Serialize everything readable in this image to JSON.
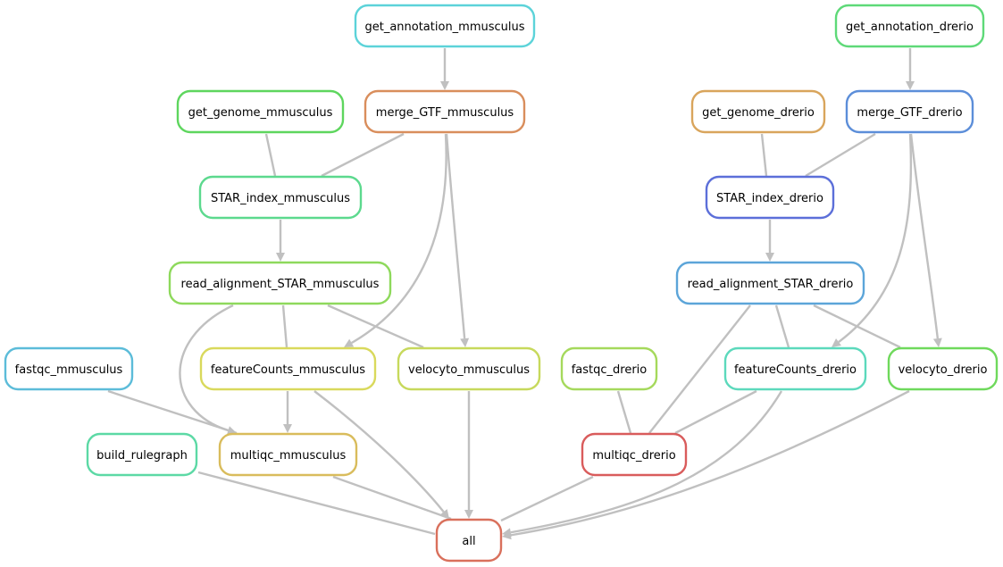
{
  "edge_color": "#c0c0c0",
  "nodes": [
    {
      "id": "get_annotation_mmusculus",
      "label": "get_annotation_mmusculus",
      "color": "#5cd3d9"
    },
    {
      "id": "get_annotation_drerio",
      "label": "get_annotation_drerio",
      "color": "#5ed978"
    },
    {
      "id": "get_genome_mmusculus",
      "label": "get_genome_mmusculus",
      "color": "#5ed65e"
    },
    {
      "id": "merge_GTF_mmusculus",
      "label": "merge_GTF_mmusculus",
      "color": "#d98e5c"
    },
    {
      "id": "get_genome_drerio",
      "label": "get_genome_drerio",
      "color": "#d9a55c"
    },
    {
      "id": "merge_GTF_drerio",
      "label": "merge_GTF_drerio",
      "color": "#5c8ed9"
    },
    {
      "id": "STAR_index_mmusculus",
      "label": "STAR_index_mmusculus",
      "color": "#5cd98e"
    },
    {
      "id": "STAR_index_drerio",
      "label": "STAR_index_drerio",
      "color": "#5c6fd9"
    },
    {
      "id": "read_alignment_STAR_mmusculus",
      "label": "read_alignment_STAR_mmusculus",
      "color": "#8ed95c"
    },
    {
      "id": "read_alignment_STAR_drerio",
      "label": "read_alignment_STAR_drerio",
      "color": "#5ca5d9"
    },
    {
      "id": "fastqc_mmusculus",
      "label": "fastqc_mmusculus",
      "color": "#5cbcd9"
    },
    {
      "id": "featureCounts_mmusculus",
      "label": "featureCounts_mmusculus",
      "color": "#d9d95c"
    },
    {
      "id": "velocyto_mmusculus",
      "label": "velocyto_mmusculus",
      "color": "#c7d95c"
    },
    {
      "id": "fastqc_drerio",
      "label": "fastqc_drerio",
      "color": "#a5d95c"
    },
    {
      "id": "featureCounts_drerio",
      "label": "featureCounts_drerio",
      "color": "#5cd9bc"
    },
    {
      "id": "velocyto_drerio",
      "label": "velocyto_drerio",
      "color": "#6fd95c"
    },
    {
      "id": "build_rulegraph",
      "label": "build_rulegraph",
      "color": "#5cd9a5"
    },
    {
      "id": "multiqc_mmusculus",
      "label": "multiqc_mmusculus",
      "color": "#d9bc5c"
    },
    {
      "id": "multiqc_drerio",
      "label": "multiqc_drerio",
      "color": "#d95c5c"
    },
    {
      "id": "all",
      "label": "all",
      "color": "#d9705c"
    }
  ],
  "edges": [
    {
      "from": "get_annotation_mmusculus",
      "to": "merge_GTF_mmusculus"
    },
    {
      "from": "get_annotation_drerio",
      "to": "merge_GTF_drerio"
    },
    {
      "from": "get_genome_mmusculus",
      "to": "STAR_index_mmusculus"
    },
    {
      "from": "merge_GTF_mmusculus",
      "to": "STAR_index_mmusculus"
    },
    {
      "from": "get_genome_drerio",
      "to": "STAR_index_drerio"
    },
    {
      "from": "merge_GTF_drerio",
      "to": "STAR_index_drerio"
    },
    {
      "from": "STAR_index_mmusculus",
      "to": "read_alignment_STAR_mmusculus"
    },
    {
      "from": "STAR_index_drerio",
      "to": "read_alignment_STAR_drerio"
    },
    {
      "from": "merge_GTF_mmusculus",
      "to": "featureCounts_mmusculus"
    },
    {
      "from": "read_alignment_STAR_mmusculus",
      "to": "featureCounts_mmusculus"
    },
    {
      "from": "merge_GTF_mmusculus",
      "to": "velocyto_mmusculus"
    },
    {
      "from": "read_alignment_STAR_mmusculus",
      "to": "velocyto_mmusculus"
    },
    {
      "from": "merge_GTF_drerio",
      "to": "featureCounts_drerio"
    },
    {
      "from": "read_alignment_STAR_drerio",
      "to": "featureCounts_drerio"
    },
    {
      "from": "merge_GTF_drerio",
      "to": "velocyto_drerio"
    },
    {
      "from": "read_alignment_STAR_drerio",
      "to": "velocyto_drerio"
    },
    {
      "from": "fastqc_mmusculus",
      "to": "multiqc_mmusculus"
    },
    {
      "from": "read_alignment_STAR_mmusculus",
      "to": "multiqc_mmusculus"
    },
    {
      "from": "featureCounts_mmusculus",
      "to": "multiqc_mmusculus"
    },
    {
      "from": "fastqc_drerio",
      "to": "multiqc_drerio"
    },
    {
      "from": "read_alignment_STAR_drerio",
      "to": "multiqc_drerio"
    },
    {
      "from": "featureCounts_drerio",
      "to": "multiqc_drerio"
    },
    {
      "from": "build_rulegraph",
      "to": "all"
    },
    {
      "from": "multiqc_mmusculus",
      "to": "all"
    },
    {
      "from": "featureCounts_mmusculus",
      "to": "all"
    },
    {
      "from": "velocyto_mmusculus",
      "to": "all"
    },
    {
      "from": "multiqc_drerio",
      "to": "all"
    },
    {
      "from": "featureCounts_drerio",
      "to": "all"
    },
    {
      "from": "velocyto_drerio",
      "to": "all"
    }
  ]
}
